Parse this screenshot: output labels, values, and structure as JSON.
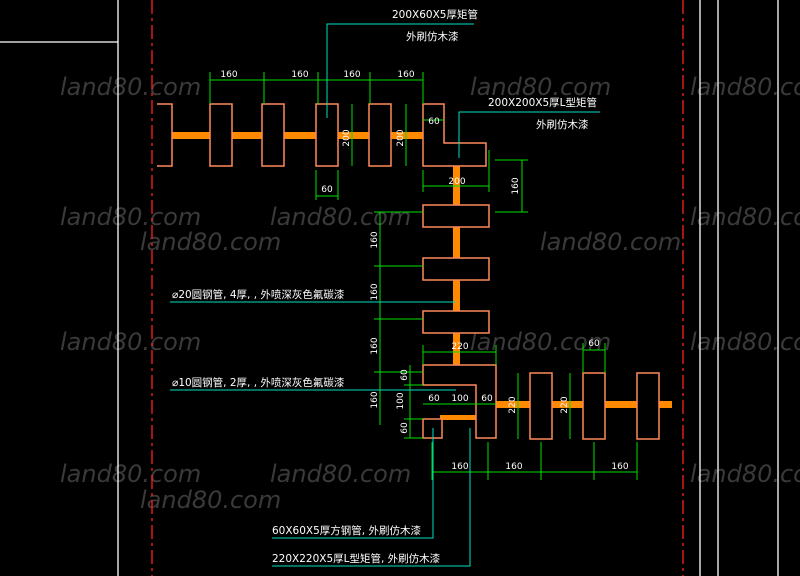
{
  "watermark": "land80.com",
  "annotations": {
    "tube_200x60": {
      "line1": "200X60X5厚矩管",
      "line2": "外刷仿木漆"
    },
    "l_tube_200x200": {
      "line1": "200X200X5厚L型矩管",
      "line2": "外刷仿木漆"
    },
    "round_pipe_20": "⌀20圆钢管, 4厚, , 外喷深灰色氟碳漆",
    "round_pipe_10": "⌀10圆钢管, 2厚, , 外喷深灰色氟碳漆",
    "square_tube_60": "60X60X5厚方钢管, 外刷仿木漆",
    "l_tube_220": "220X220X5厚L型矩管, 外刷仿木漆"
  },
  "dimensions": {
    "top_spacing": [
      "160",
      "160",
      "160",
      "160"
    ],
    "top_height": "200",
    "top_height_2": "200",
    "small_60_a": "60",
    "small_60_b": "60",
    "width_200": "200",
    "right_160": "160",
    "left_spacing": [
      "160",
      "160",
      "160"
    ],
    "width_220": "220",
    "corner_60_top": "60",
    "corner_100": "100",
    "corner_60_bottom": "60",
    "corner_60_left": "60",
    "corner_100_h": "100",
    "corner_60_right": "60",
    "height_220_a": "220",
    "height_220_b": "220",
    "bottom_spacing": [
      "160",
      "160",
      "160"
    ],
    "small_60_c": "60",
    "left_160_bottom": "160"
  },
  "colors": {
    "background": "#000000",
    "frame_white": "#ffffff",
    "frame_red": "#ff2020",
    "pipe_orange": "#ff8a00",
    "tube_outline": "#ff8a5a",
    "dimension_green": "#00e000",
    "leader_cyan": "#00e0c0"
  }
}
